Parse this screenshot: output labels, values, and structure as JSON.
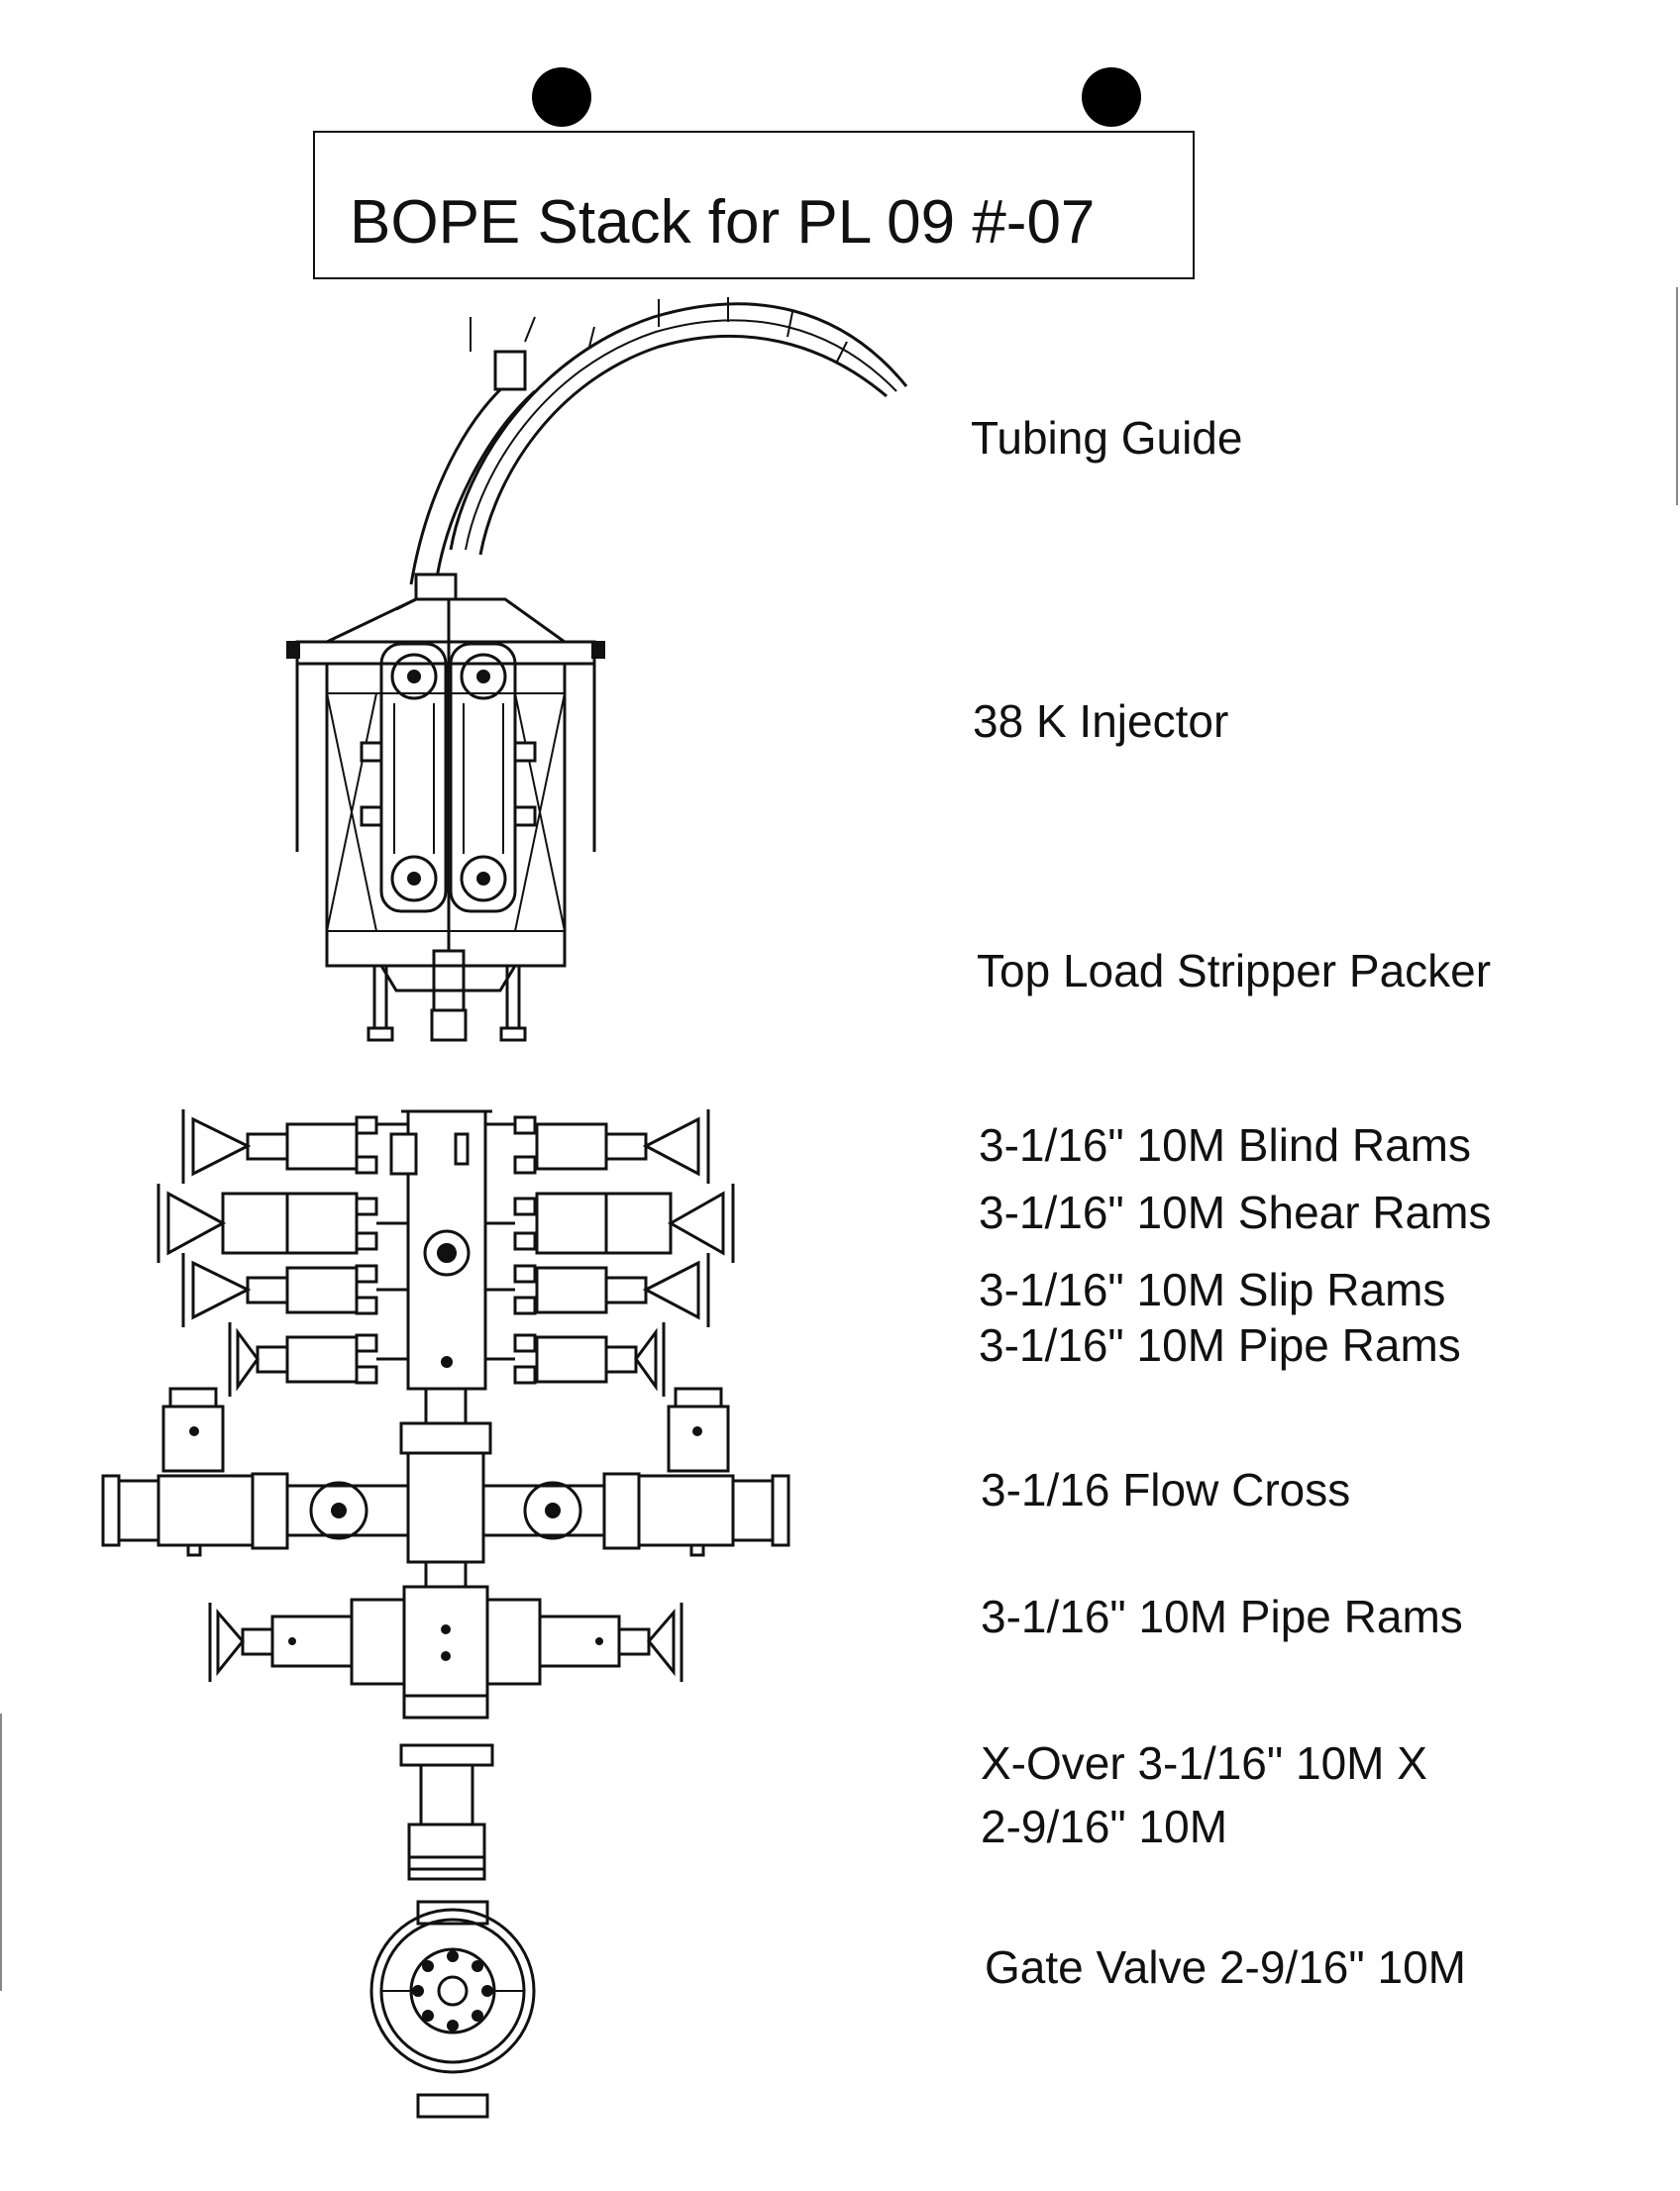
{
  "title": "BOPE Stack for PL 09 #-07",
  "labels": {
    "tubing_guide": "Tubing Guide",
    "injector": "38 K Injector",
    "stripper": "Top Load Stripper  Packer",
    "blind_rams": "3-1/16\" 10M Blind Rams",
    "shear_rams": "3-1/16\" 10M Shear Rams",
    "slip_rams": "3-1/16\" 10M Slip Rams",
    "pipe_rams_upper": "3-1/16\" 10M Pipe Rams",
    "flow_cross": "3-1/16 Flow Cross",
    "pipe_rams_lower": "3-1/16\" 10M Pipe Rams",
    "xover_line1": "X-Over 3-1/16\" 10M X",
    "xover_line2": "2-9/16\" 10M",
    "gate_valve": "Gate Valve 2-9/16\" 10M"
  },
  "icons": [
    "punch-hole",
    "tubing-guide-drawing",
    "injector-drawing",
    "ram-stack-drawing",
    "flow-cross-drawing",
    "xover-drawing",
    "gate-valve-drawing"
  ]
}
